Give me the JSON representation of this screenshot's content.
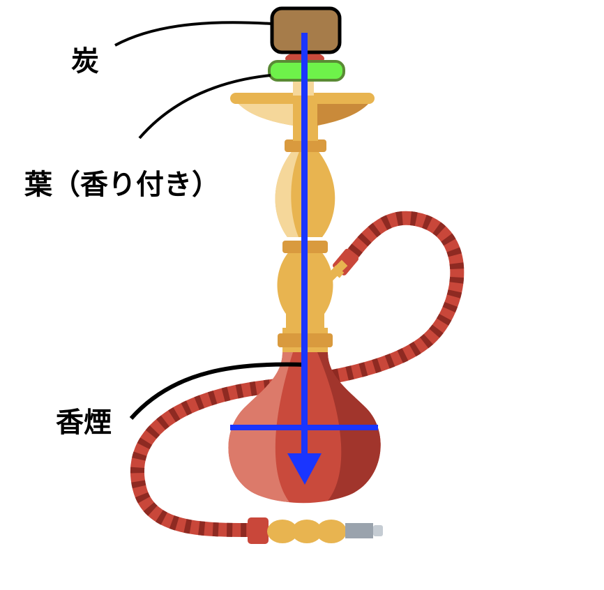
{
  "labels": {
    "charcoal": "炭",
    "leaf": "葉（香り付き）",
    "smoke": "香煙"
  },
  "colors": {
    "charcoal": "#a67c4a",
    "leaf": "#6ef24a",
    "arrow": "#1a35ff",
    "hose": "#c9473a",
    "hose_stripe": "#8e2a22",
    "brass": "#e8b450",
    "base": "#c94a3c"
  }
}
